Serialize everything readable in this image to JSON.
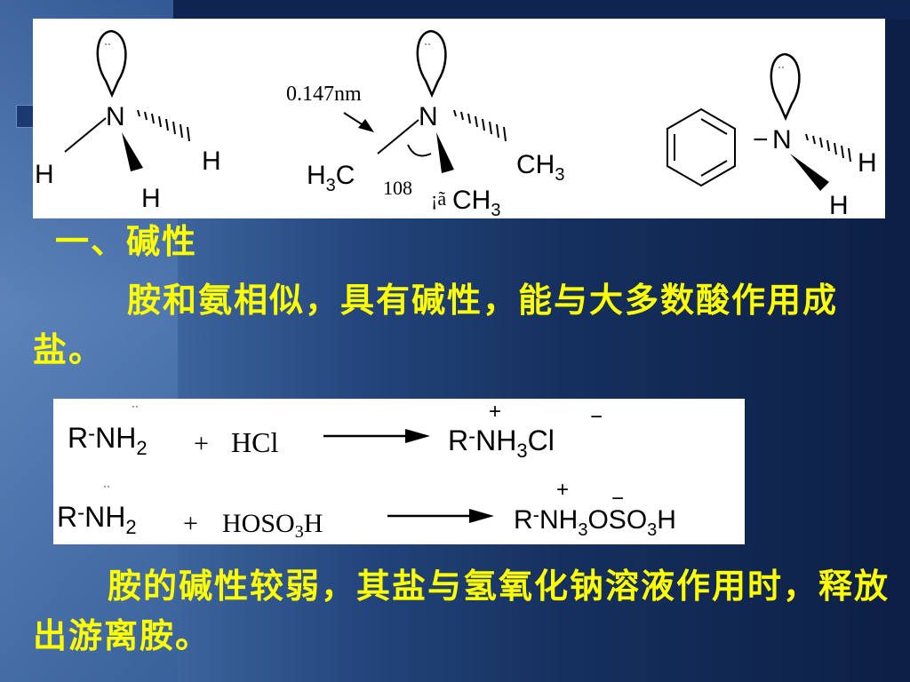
{
  "structures": {
    "ammonia": {
      "n": "N",
      "h_left": "H",
      "h_right": "H",
      "h_bottom": "H",
      "lone_pair": "··"
    },
    "trimethylamine": {
      "bond_length": "0.147nm",
      "angle": "108",
      "angle_sym": "¡ã",
      "n": "N",
      "ch3_right": "CH",
      "ch3_right_sub": "3",
      "h3c_h": "H",
      "h3c_sub": "3",
      "h3c_c": "C",
      "ch3_bottom": "CH",
      "ch3_bottom_sub": "3",
      "lone_pair": "··"
    },
    "aniline": {
      "dash": "−",
      "n": "N",
      "h_right": "H",
      "h_bottom": "H",
      "lone_pair": "··"
    }
  },
  "heading": "一、碱性",
  "paragraph1": "胺和氨相似，具有碱性，能与大多数酸作用成盐。",
  "reactions": {
    "r1": {
      "amine_r": "R",
      "dash": "-",
      "amine_nh": "NH",
      "amine_sub": "2",
      "lone_pair": "··",
      "plus": "+",
      "reagent": "HCl",
      "prod_r": "R",
      "prod_dash": "-",
      "prod_nh": "NH",
      "prod_sub": "3",
      "prod_anion": "Cl",
      "cation_charge": "+",
      "anion_charge": "−"
    },
    "r2": {
      "amine_r": "R",
      "dash": "-",
      "amine_nh": "NH",
      "amine_sub": "2",
      "lone_pair": "··",
      "plus": "+",
      "reagent_main": "HOSO",
      "reagent_sub": "3",
      "reagent_end": "H",
      "prod_r": "R",
      "prod_dash": "-",
      "prod_nh": "NH",
      "prod_sub": "3",
      "prod_anion": "OSO",
      "prod_anion_sub": "3",
      "prod_anion_end": "H",
      "cation_charge": "+",
      "anion_charge": "−"
    }
  },
  "paragraph2": "胺的碱性较弱，其盐与氢氧化钠溶液作用时，释放出游离胺。"
}
